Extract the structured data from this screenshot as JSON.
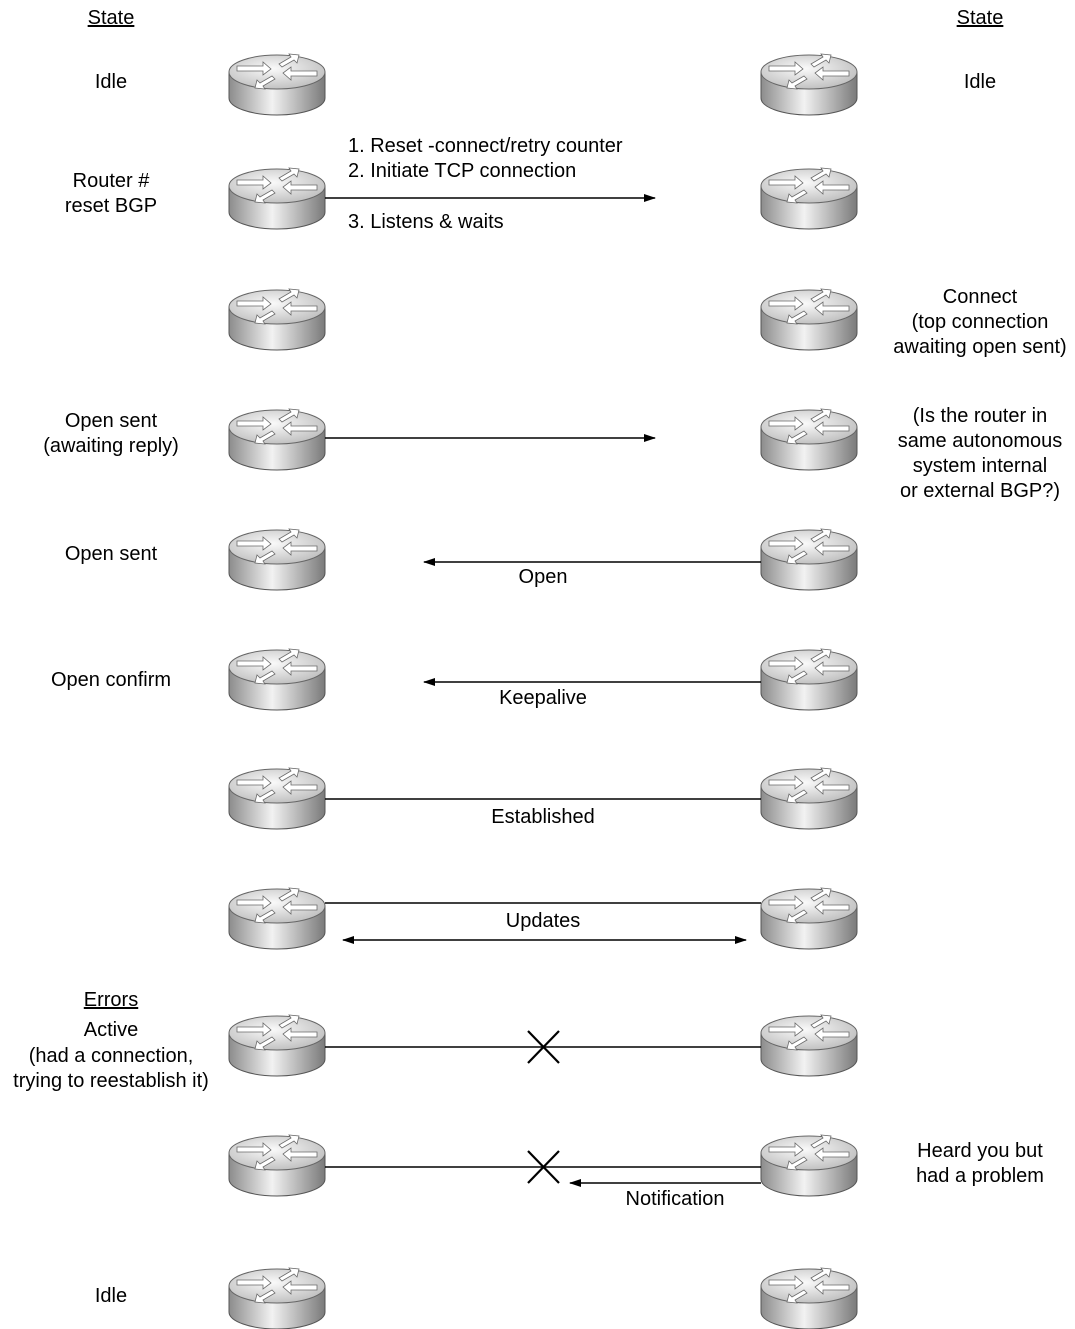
{
  "headers": {
    "left_state": "State",
    "right_state": "State",
    "errors": "Errors"
  },
  "left_states": {
    "idle_top": "Idle",
    "reset_line1": "Router #",
    "reset_line2": "reset BGP",
    "open_sent_await_1": "Open sent",
    "open_sent_await_2": "(awaiting reply)",
    "open_sent": "Open sent",
    "open_confirm": "Open confirm",
    "active_1": "Active",
    "active_2": "(had a connection,",
    "active_3": "trying to reestablish it)",
    "idle_bottom": "Idle"
  },
  "right_states": {
    "idle_top": "Idle",
    "connect_1": "Connect",
    "connect_2": "(top connection",
    "connect_3": "awaiting open sent)",
    "as_check_1": "(Is the router in",
    "as_check_2": "same autonomous",
    "as_check_3": "system internal",
    "as_check_4": "or external BGP?)",
    "heard_1": "Heard you but",
    "heard_2": "had a problem"
  },
  "steps": {
    "step1": "1. Reset -connect/retry counter",
    "step2": "2. Initiate TCP connection",
    "step3": "3. Listens & waits"
  },
  "messages": {
    "open": "Open",
    "keepalive": "Keepalive",
    "established": "Established",
    "updates": "Updates",
    "notification": "Notification"
  },
  "icons": {
    "router": "router-icon",
    "failure": "x-mark-icon"
  },
  "colors": {
    "router_top": "#d9d9d9",
    "router_side": "#9a9a9a",
    "line": "#000000"
  }
}
